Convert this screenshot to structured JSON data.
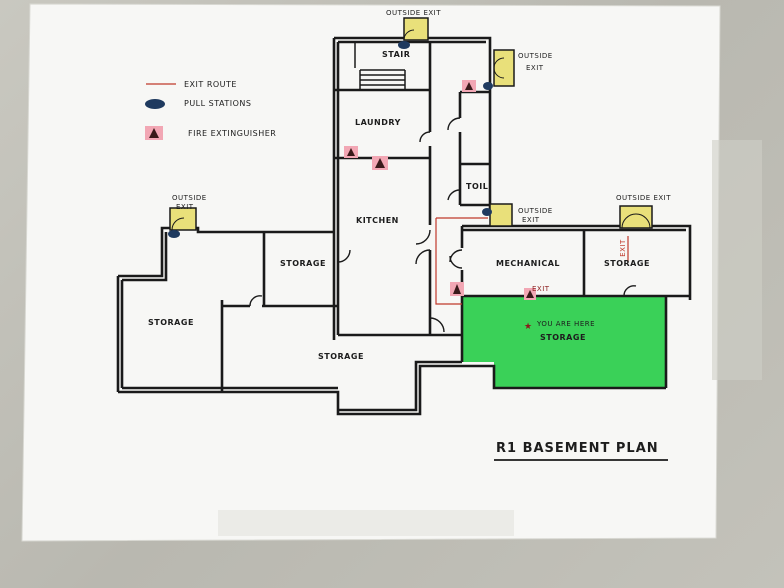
{
  "title": "R1 BASEMENT PLAN",
  "legend": {
    "exit_route": "EXIT ROUTE",
    "pull_stations": "PULL STATIONS",
    "fire_extinguisher": "FIRE EXTINGUISHER"
  },
  "rooms": {
    "stair": "STAIR",
    "laundry": "LAUNDRY",
    "kitchen": "KITCHEN",
    "toil": "TOIL",
    "storage_left": "STORAGE",
    "storage_small": "STORAGE",
    "storage_bottom": "STORAGE",
    "mechanical": "MECHANICAL",
    "storage_right": "STORAGE",
    "storage_green": "STORAGE"
  },
  "exits": {
    "outside_exit_top": "OUTSIDE EXIT",
    "outside_exit_upper_right": [
      "OUTSIDE",
      "EXIT"
    ],
    "outside_exit_left": [
      "OUTSIDE",
      "EXIT"
    ],
    "outside_exit_mid": [
      "OUTSIDE",
      "EXIT"
    ],
    "outside_exit_right": "OUTSIDE EXIT",
    "exit_label": "EXIT",
    "exit_vertical": "EXIT"
  },
  "you_are_here": "YOU ARE HERE",
  "colors": {
    "wall": "#1a1a1a",
    "exit_route": "#c0392b",
    "pull_station": "#1f3a5f",
    "extinguisher_bg": "#f2a7b4",
    "exit_door_fill": "#e9e07a",
    "highlight_room": "#2fcf4f"
  }
}
